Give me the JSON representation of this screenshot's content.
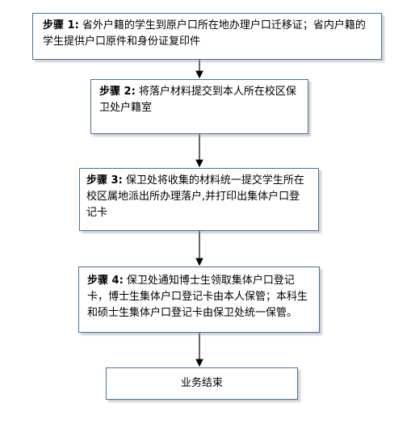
{
  "steps": [
    {
      "label": "步骤 1:",
      "text": "省外户籍的学生到原户口所在地办理户口迁移证；省内户籍的学生提供户口原件和身份证复印件"
    },
    {
      "label": "步骤 2:",
      "text": "将落户材料提交到本人所在校区保卫处户籍室"
    },
    {
      "label": "步骤 3:",
      "text": "保卫处将收集的材料统一提交学生所在校区属地派出所办理落户,并打印出集体户口登记卡"
    },
    {
      "label": "步骤 4:",
      "text": "保卫处通知博士生领取集体户口登记卡，博士生集体户口登记卡由本人保管；本科生和硕士生集体户口登记卡由保卫处统一保管。"
    }
  ],
  "end": "业务结束",
  "colors": {
    "border": "#4a6fa5",
    "arrow": "#000000"
  }
}
